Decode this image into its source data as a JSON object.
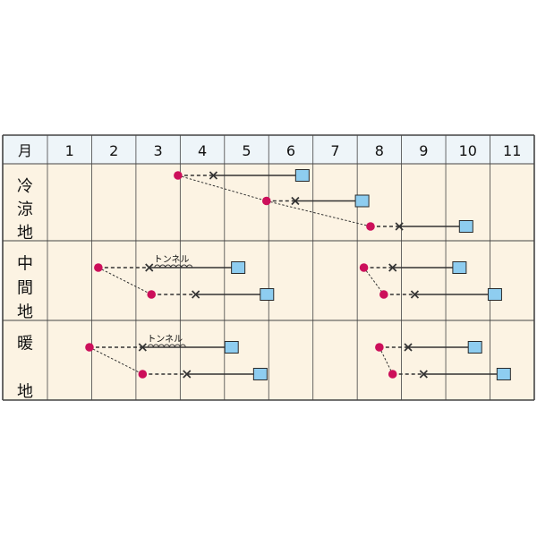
{
  "header": {
    "month_label": "月",
    "months": [
      "1",
      "2",
      "3",
      "4",
      "5",
      "6",
      "7",
      "8",
      "9",
      "10",
      "11"
    ]
  },
  "regions": [
    {
      "label": [
        "冷",
        "涼",
        "地"
      ]
    },
    {
      "label": [
        "中",
        "間",
        "地"
      ]
    },
    {
      "label": [
        "暖",
        "",
        "地"
      ]
    }
  ],
  "legend_text": {
    "tunnel": "トンネル"
  },
  "colors": {
    "cell_bg": "#fcf3e3",
    "header_bg": "#eef5f9",
    "grid": "#444444",
    "sowing_dot": "#cc0f5a",
    "harvest_box": "#8ecdf0",
    "line": "#333333"
  },
  "schedule": [
    {
      "region": 0,
      "sow": 3.95,
      "plant": 4.75,
      "harvest": 6.75,
      "tunnel": false
    },
    {
      "region": 0,
      "sow": 5.95,
      "plant": 6.6,
      "harvest": 8.1,
      "tunnel": false
    },
    {
      "region": 0,
      "sow": 8.3,
      "plant": 8.95,
      "harvest": 10.45,
      "tunnel": false
    },
    {
      "region": 1,
      "sow": 2.15,
      "plant": 3.3,
      "harvest": 5.3,
      "tunnel": true
    },
    {
      "region": 1,
      "sow": 3.35,
      "plant": 4.35,
      "harvest": 5.95,
      "tunnel": false
    },
    {
      "region": 1,
      "sow": 8.15,
      "plant": 8.8,
      "harvest": 10.3,
      "tunnel": false
    },
    {
      "region": 1,
      "sow": 8.6,
      "plant": 9.3,
      "harvest": 11.1,
      "tunnel": false
    },
    {
      "region": 2,
      "sow": 1.95,
      "plant": 3.15,
      "harvest": 5.15,
      "tunnel": true
    },
    {
      "region": 2,
      "sow": 3.15,
      "plant": 4.15,
      "harvest": 5.8,
      "tunnel": false
    },
    {
      "region": 2,
      "sow": 8.5,
      "plant": 9.15,
      "harvest": 10.65,
      "tunnel": false
    },
    {
      "region": 2,
      "sow": 8.8,
      "plant": 9.5,
      "harvest": 11.3,
      "tunnel": false
    }
  ],
  "links": [
    [
      0,
      1
    ],
    [
      1,
      2
    ],
    [
      3,
      4
    ],
    [
      5,
      6
    ],
    [
      7,
      8
    ],
    [
      9,
      10
    ]
  ]
}
